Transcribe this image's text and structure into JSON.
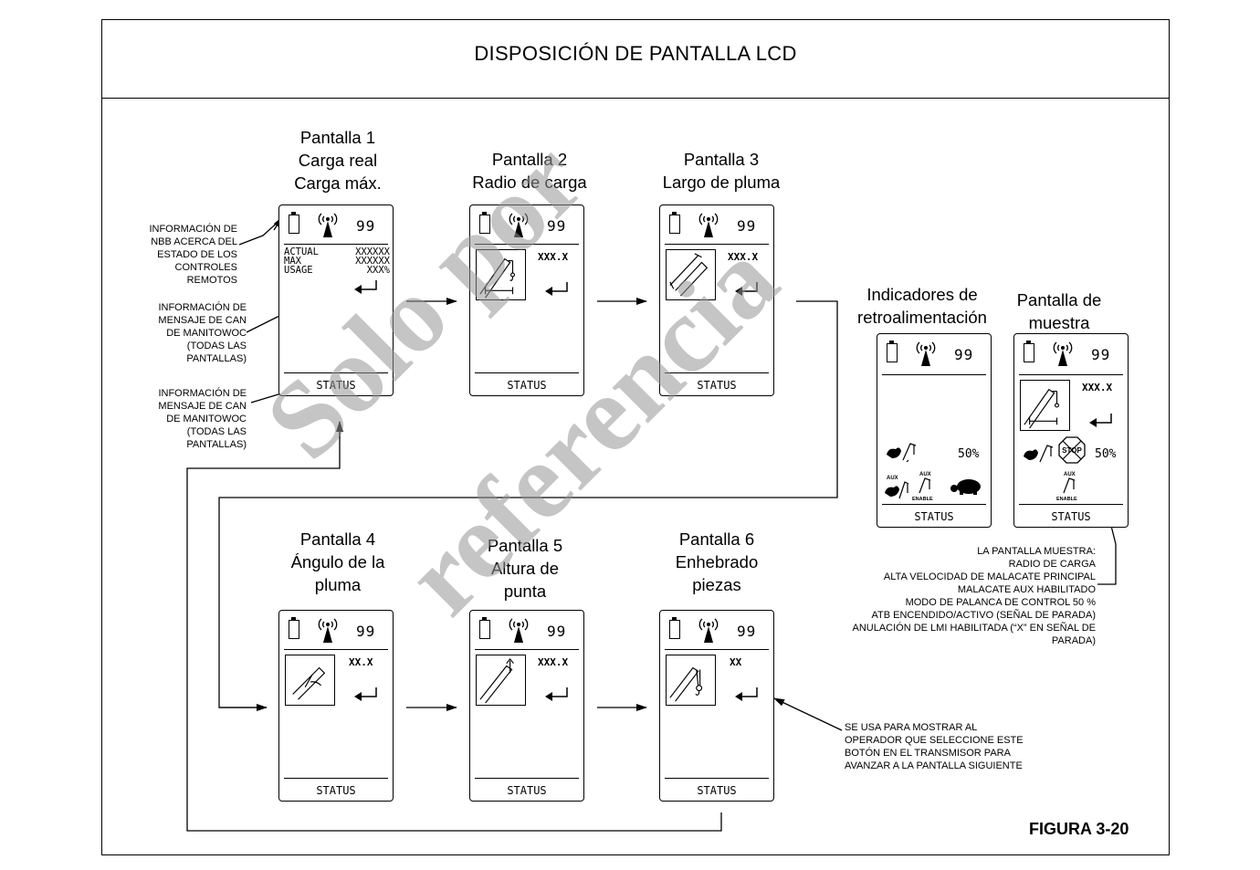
{
  "title": "DISPOSICIÓN DE PANTALLA LCD",
  "figure_label": "FIGURA 3-20",
  "screens": [
    {
      "caption": [
        "Pantalla 1",
        "Carga real",
        "Carga máx."
      ],
      "signal": "99",
      "status": "STATUS",
      "rows": [
        [
          "ACTUAL",
          "XXXXXX"
        ],
        [
          "MAX",
          "XXXXXX"
        ],
        [
          "USAGE",
          "XXX%"
        ]
      ]
    },
    {
      "caption": [
        "Pantalla 2",
        "Radio de carga"
      ],
      "signal": "99",
      "status": "STATUS",
      "value": "XXX.X"
    },
    {
      "caption": [
        "Pantalla 3",
        "Largo de pluma"
      ],
      "signal": "99",
      "status": "STATUS",
      "value": "XXX.X"
    },
    {
      "caption": [
        "Pantalla 4",
        "Ángulo de la",
        "pluma"
      ],
      "signal": "99",
      "status": "STATUS",
      "value": "XX.X"
    },
    {
      "caption": [
        "Pantalla 5",
        "Altura de",
        "punta"
      ],
      "signal": "99",
      "status": "STATUS",
      "value": "XXX.X"
    },
    {
      "caption": [
        "Pantalla 6",
        "Enhebrado",
        "piezas"
      ],
      "signal": "99",
      "status": "STATUS",
      "value": "XX"
    },
    {
      "caption": [
        "Indicadores de",
        "retroalimentación"
      ],
      "signal": "99",
      "status": "STATUS",
      "percent": "50%"
    },
    {
      "caption": [
        "Pantalla de",
        "muestra"
      ],
      "signal": "99",
      "status": "STATUS",
      "value": "XXX.X",
      "percent": "50%"
    }
  ],
  "notes": {
    "nbb": [
      "INFORMACIÓN DE",
      "NBB ACERCA DEL",
      "ESTADO DE LOS",
      "CONTROLES",
      "REMOTOS"
    ],
    "can1": [
      "INFORMACIÓN DE",
      "MENSAJE DE CAN",
      "DE MANITOWOC",
      "(TODAS LAS",
      "PANTALLAS)"
    ],
    "can2": [
      "INFORMACIÓN DE",
      "MENSAJE DE CAN",
      "DE MANITOWOC",
      "(TODAS LAS",
      "PANTALLAS)"
    ],
    "sample": [
      "LA PANTALLA MUESTRA:",
      "RADIO DE CARGA",
      "ALTA VELOCIDAD DE MALACATE PRINCIPAL",
      "MALACATE AUX HABILITADO",
      "MODO DE PALANCA DE CONTROL 50 %",
      "ATB ENCENDIDO/ACTIVO (SEÑAL DE PARADA)",
      "ANULACIÓN DE LMI HABILITADA (“X” EN SEÑAL DE",
      "PARADA)"
    ],
    "button": [
      "SE USA PARA MOSTRAR AL",
      "OPERADOR QUE SELECCIONE ESTE",
      "BOTÓN EN EL TRANSMISOR PARA",
      "AVANZAR A LA PANTALLA SIGUIENTE"
    ]
  },
  "icon_labels": {
    "aux": "AUX",
    "enable": "ENABLE",
    "stop": "STOP"
  },
  "watermark": [
    "Solo por",
    "referencia"
  ]
}
